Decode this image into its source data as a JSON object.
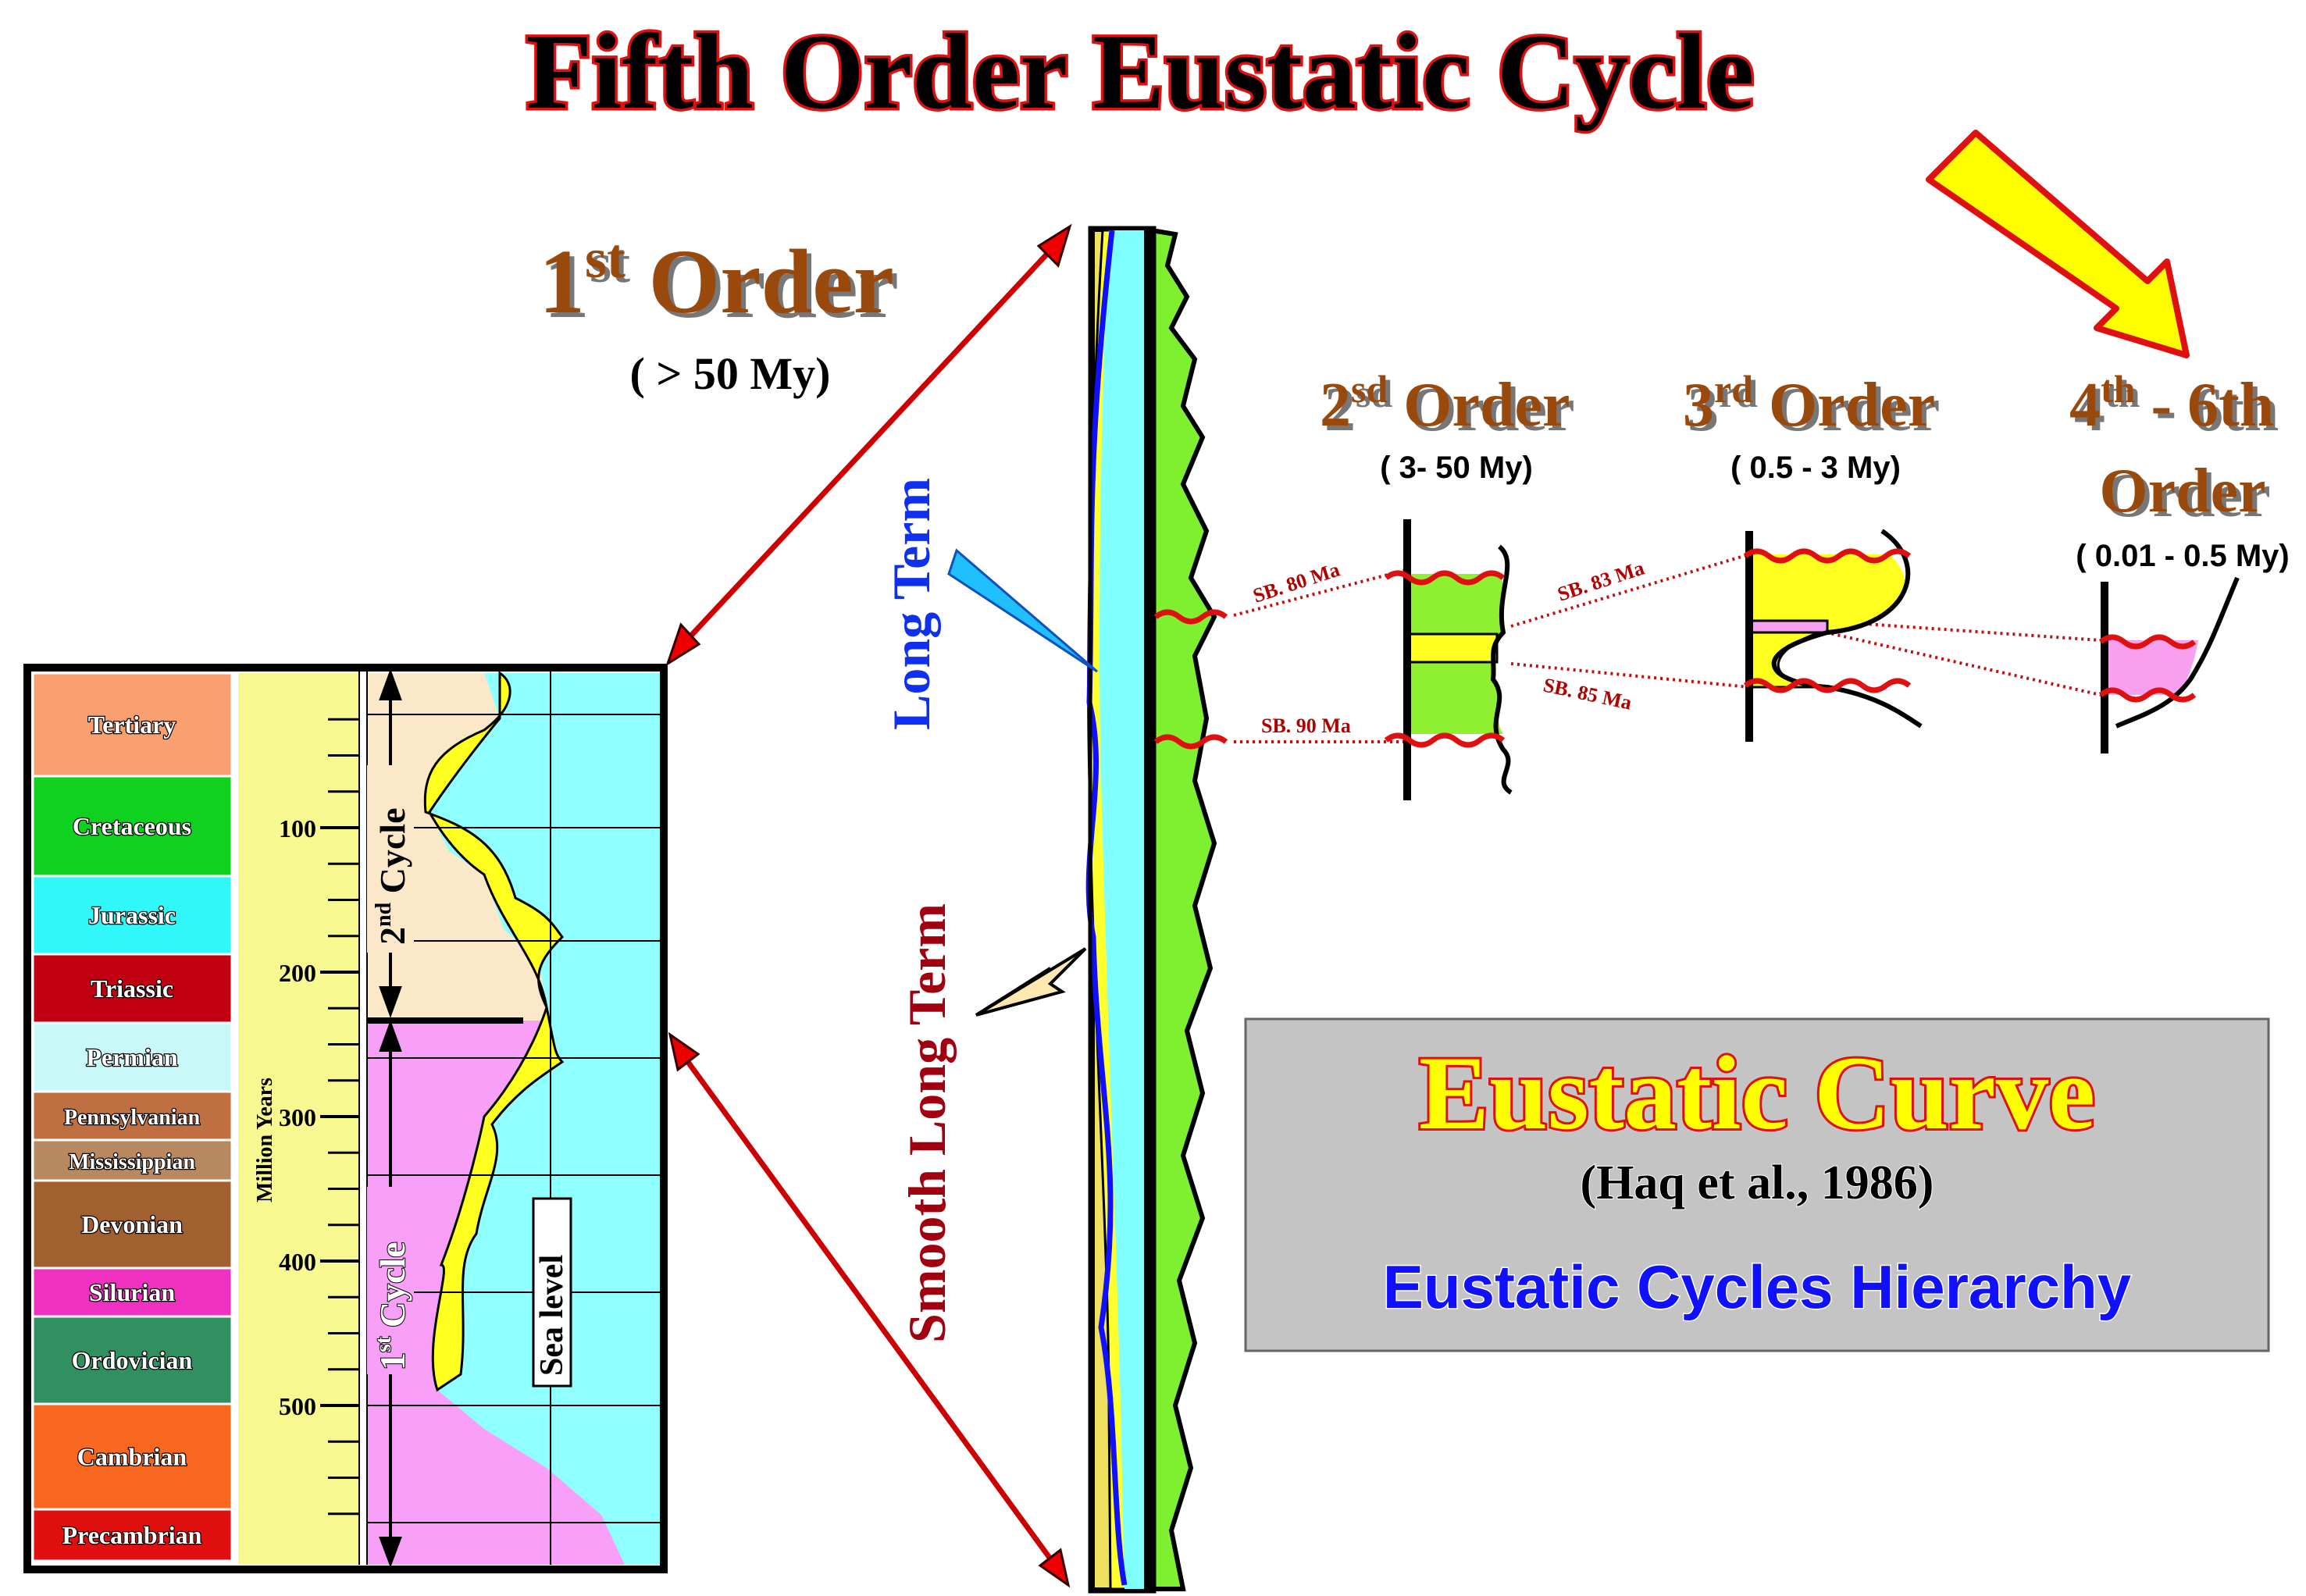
{
  "title": "Fifth Order Eustatic Cycle",
  "first_order": {
    "label": "1",
    "sup": "st",
    "word": " Order",
    "range": "( > 50 My)"
  },
  "second_order": {
    "label": "2",
    "sup": "sd",
    "word": " Order",
    "range": "( 3- 50 My)"
  },
  "third_order": {
    "label": "3",
    "sup": "rd",
    "word": " Order",
    "range": "( 0.5 - 3 My)"
  },
  "fourth_order": {
    "label": "4",
    "sup": "th",
    "word": " - 6th",
    "word2": "Order",
    "range": "( 0.01 - 0.5 My)"
  },
  "curve_labels": {
    "long_term": "Long Term",
    "smooth_long_term": "Smooth Long Term"
  },
  "sequence_boundaries": {
    "sb80": "SB. 80 Ma",
    "sb90": "SB. 90 Ma",
    "sb83": "SB. 83 Ma",
    "sb85": "SB. 85 Ma"
  },
  "box": {
    "title": "Eustatic Curve",
    "citation": "(Haq et al., 1986)",
    "subtitle": "Eustatic Cycles Hierarchy"
  },
  "timescale": {
    "axis_label": "Million Years",
    "ticks": [
      "100",
      "200",
      "300",
      "400",
      "500"
    ],
    "periods": [
      {
        "name": "Tertiary",
        "color": "#f8a070"
      },
      {
        "name": "Cretaceous",
        "color": "#10d020"
      },
      {
        "name": "Jurassic",
        "color": "#30f8f8"
      },
      {
        "name": "Triassic",
        "color": "#c00010"
      },
      {
        "name": "Permian",
        "color": "#c8f8f8"
      },
      {
        "name": "Pennsylvanian",
        "color": "#c07040"
      },
      {
        "name": "Mississippian",
        "color": "#b88860"
      },
      {
        "name": "Devonian",
        "color": "#a06030"
      },
      {
        "name": "Silurian",
        "color": "#f030c0"
      },
      {
        "name": "Ordovician",
        "color": "#309060"
      },
      {
        "name": "Cambrian",
        "color": "#f86820"
      },
      {
        "name": "Precambrian",
        "color": "#e01010"
      }
    ],
    "cycle1": {
      "num": "1",
      "sup": "st",
      "word": " Cycle"
    },
    "cycle2": {
      "num": "2",
      "sup": "nd",
      "word": " Cycle"
    },
    "sea_level": "Sea level"
  }
}
